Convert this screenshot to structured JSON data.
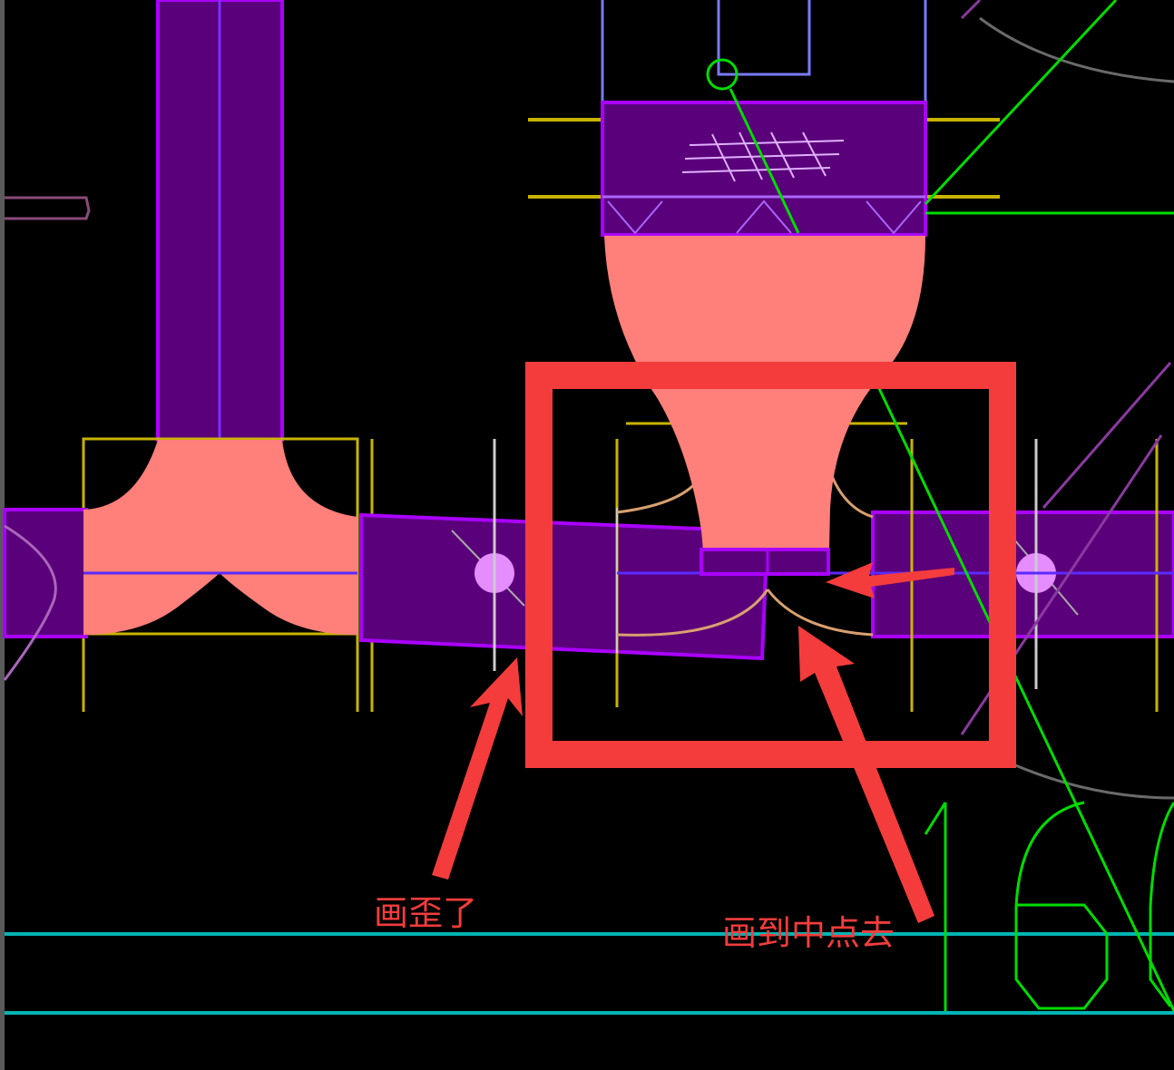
{
  "colors": {
    "background": "#000000",
    "duct_fill": "#5a007a",
    "duct_edge": "#aa00ff",
    "fitting_fill": "#ff7f7a",
    "yellow_line": "#c8b400",
    "green_line": "#00dd00",
    "cyan_line": "#00b4b4",
    "annotation": "#f43c3c"
  },
  "drawing": {
    "dimension_text": "16"
  },
  "annotations": {
    "skewed_label": "画歪了",
    "midpoint_label": "画到中点去"
  }
}
